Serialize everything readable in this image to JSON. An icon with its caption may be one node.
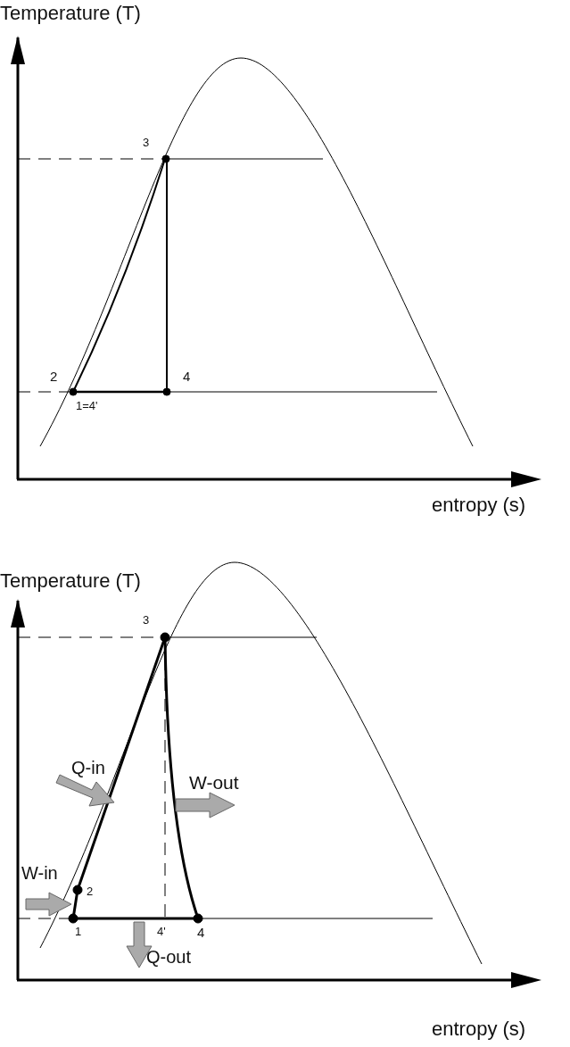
{
  "diagram": {
    "labels": [
      "Temperature (T)",
      "3",
      "2",
      "4",
      "1=4'",
      "entropy (s)",
      "Temperature (T)",
      "3",
      "Q-in",
      "W-out",
      "W-in",
      "2",
      "1",
      "4'",
      "4",
      "Q-out",
      "entropy (s)"
    ]
  }
}
